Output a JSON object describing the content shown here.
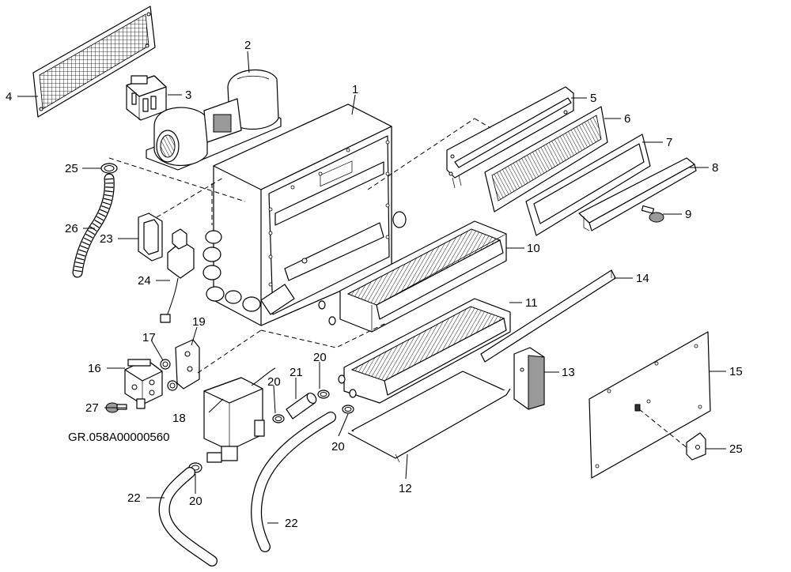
{
  "callouts": {
    "c1": "1",
    "c2": "2",
    "c3": "3",
    "c4": "4",
    "c5": "5",
    "c6": "6",
    "c7": "7",
    "c8": "8",
    "c9": "9",
    "c10": "10",
    "c11": "11",
    "c12": "12",
    "c13": "13",
    "c14": "14",
    "c15": "15",
    "c16": "16",
    "c17": "17",
    "c18": "18",
    "c18_ref": "GR.058A00000560",
    "c19": "19",
    "c20a": "20",
    "c20b": "20",
    "c20c": "20",
    "c20d": "20",
    "c21": "21",
    "c22a": "22",
    "c22b": "22",
    "c23": "23",
    "c24": "24",
    "c25a": "25",
    "c25b": "25",
    "c26": "26",
    "c27": "27"
  }
}
